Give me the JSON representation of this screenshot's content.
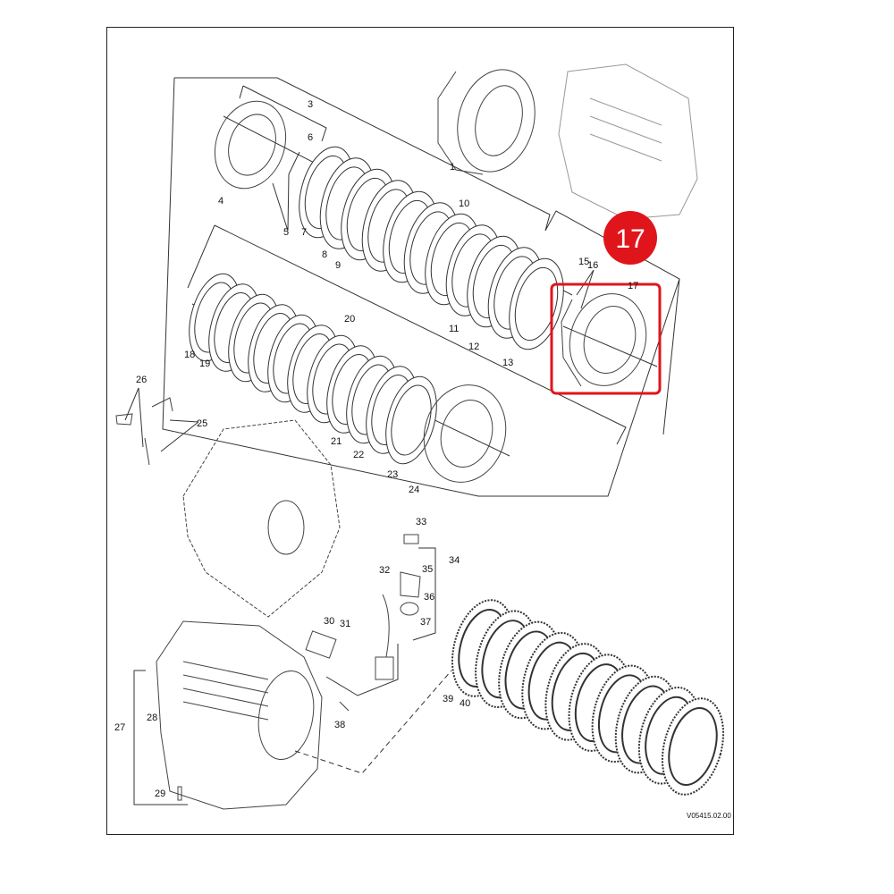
{
  "diagram": {
    "part_labels": [
      "1",
      "3",
      "4",
      "5",
      "6",
      "7",
      "8",
      "9",
      "10",
      "11",
      "12",
      "13",
      "15",
      "16",
      "17",
      "18",
      "19",
      "20",
      "21",
      "22",
      "23",
      "24",
      "25",
      "26",
      "27",
      "28",
      "29",
      "30",
      "31",
      "32",
      "33",
      "34",
      "35",
      "36",
      "37",
      "38",
      "39",
      "40"
    ],
    "highlight": {
      "number": "17",
      "color": "#e0151b"
    },
    "drawing_code": "V05415.02.00"
  }
}
